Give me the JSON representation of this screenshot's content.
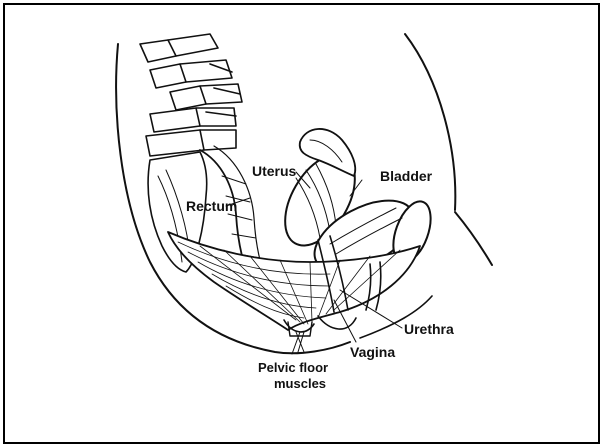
{
  "diagram": {
    "labels": {
      "uterus": "Uterus",
      "bladder": "Bladder",
      "rectum": "Rectum",
      "urethra": "Urethra",
      "vagina": "Vagina",
      "pelvic_floor_line1": "Pelvic floor",
      "pelvic_floor_line2": "muscles"
    }
  }
}
